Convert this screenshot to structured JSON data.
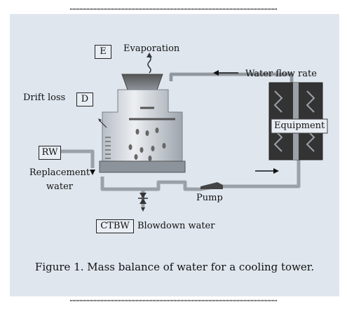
{
  "diagram": {
    "labels": {
      "evaporation": "Evaporation",
      "water_flow_rate": "Water flow rate",
      "drift_loss": "Drift loss",
      "equipment": "Equipment",
      "replacement_water": "Replacement water",
      "pump": "Pump",
      "blowdown_water": "Blowdown water"
    },
    "boxes": {
      "evaporation": "E",
      "drift": "D",
      "replacement": "RW",
      "blowdown": "CTBW"
    }
  },
  "caption": "Figure 1. Mass balance of water for a cooling tower."
}
